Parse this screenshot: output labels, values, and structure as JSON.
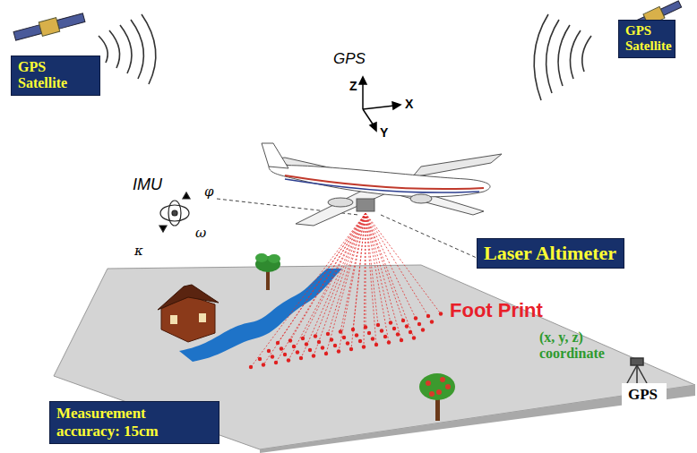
{
  "diagram": {
    "nodes": [
      {
        "text": [
          "GPS Satellite"
        ]
      },
      {
        "text": [
          "GPS Satellite"
        ]
      },
      {
        "text": [
          "Laser Altimeter"
        ]
      },
      {
        "text": [
          "GPS"
        ]
      },
      {
        "text": [
          "Measurement accuracy: 15cm"
        ]
      }
    ],
    "labels": [
      "GPS",
      "Z",
      "X",
      "Y",
      "IMU",
      "φ",
      "ω",
      "κ",
      "Foot Print",
      "(x, y, z) coordinate"
    ]
  }
}
